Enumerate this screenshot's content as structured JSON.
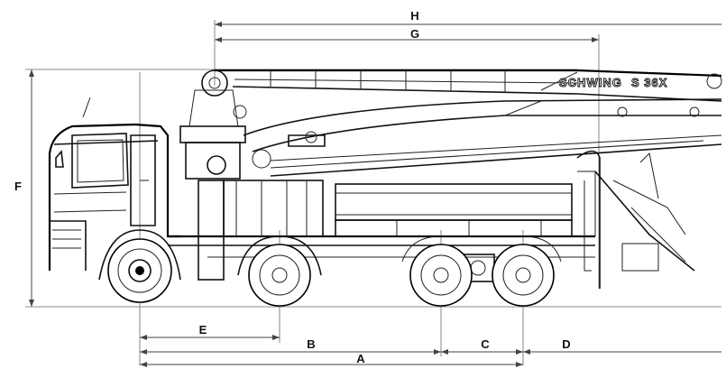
{
  "dimensions": {
    "H": "H",
    "G": "G",
    "F": "F",
    "E": "E",
    "B": "B",
    "C": "C",
    "D": "D",
    "A": "A"
  },
  "brand": {
    "left": "SCHWING",
    "right": "S 36X"
  }
}
